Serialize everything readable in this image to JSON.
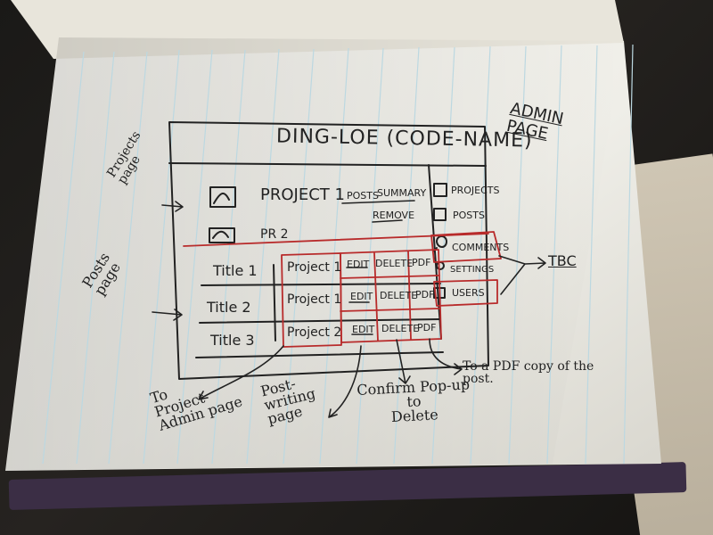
{
  "wireframe": {
    "title": "DING-LOE (CODE-NAME)",
    "admin_label": [
      "ADMIN",
      "PAGE"
    ],
    "projects_page_label": [
      "Projects",
      "page"
    ],
    "posts_page_label": [
      "Posts",
      "page"
    ],
    "projects": [
      {
        "name": "PROJECT 1"
      },
      {
        "name": "PR 2"
      }
    ],
    "project_actions": [
      "POSTS",
      "SUMMARY",
      "REMOVE"
    ],
    "sidebar": {
      "items": [
        {
          "label": "PROJECTS",
          "icon": "projects-icon"
        },
        {
          "label": "POSTS",
          "icon": "posts-icon"
        },
        {
          "label": "COMMENTS",
          "icon": "comments-icon"
        },
        {
          "label": "SETTINGS",
          "icon": "settings-icon"
        },
        {
          "label": "USERS",
          "icon": "users-icon"
        }
      ]
    },
    "posts_table": {
      "rows": [
        {
          "title": "Title 1",
          "project": "Project 1",
          "edit": "EDIT",
          "delete": "DELETE",
          "pdf": "PDF"
        },
        {
          "title": "Title 2",
          "project": "Project 1",
          "edit": "EDIT",
          "delete": "DELETE",
          "pdf": "PDF"
        },
        {
          "title": "Title 3",
          "project": "Project 2",
          "edit": "EDIT",
          "delete": "DELETE",
          "pdf": "PDF"
        }
      ]
    },
    "annotations": {
      "project_admin": [
        "To",
        "Project",
        "Admin page"
      ],
      "post_writing": [
        "Post-",
        "writing",
        "page"
      ],
      "confirm_delete": [
        "Confirm Pop-up",
        "to",
        "Delete"
      ],
      "pdf_copy": [
        "To a PDF copy of the",
        "post."
      ],
      "tbc": "TBC"
    },
    "colors": {
      "ink": "#222222",
      "red_ink": "#b82b2b",
      "paper": "#f2f1ec",
      "rule_line": "#b9d6e0"
    }
  }
}
